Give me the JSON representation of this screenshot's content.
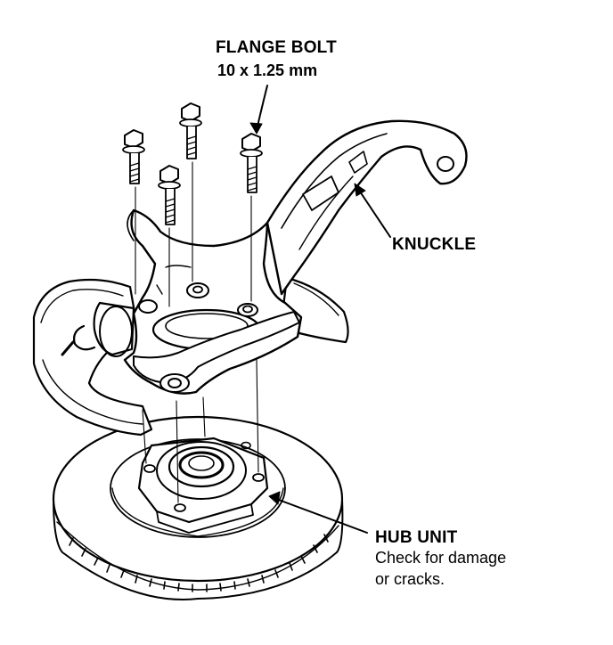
{
  "labels": {
    "flange_bolt": {
      "title": "FLANGE BOLT",
      "spec": "10 x 1.25 mm"
    },
    "knuckle": "KNUCKLE",
    "hub_unit": {
      "title": "HUB UNIT",
      "note_line1": "Check for damage",
      "note_line2": "or cracks."
    }
  },
  "colors": {
    "ink": "#000000",
    "paper": "#ffffff"
  }
}
